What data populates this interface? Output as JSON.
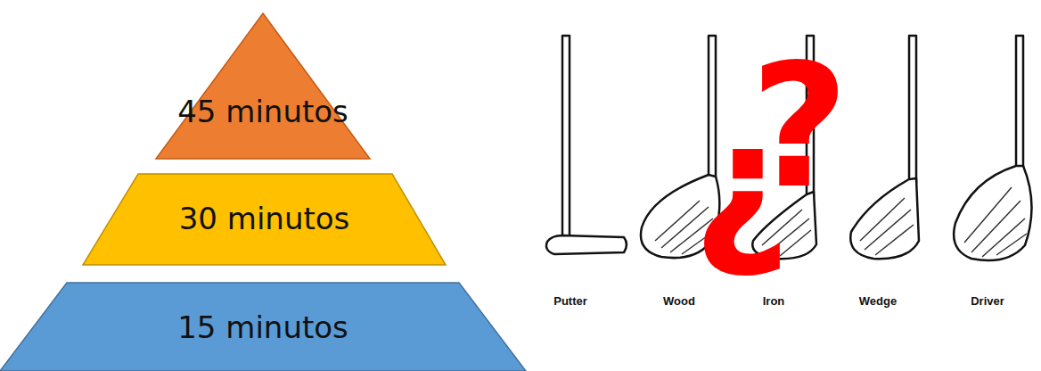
{
  "diagram": {
    "nodes": [
      {
        "text": [
          "45 minutos"
        ]
      },
      {
        "text": [
          "30 minutos"
        ]
      },
      {
        "text": [
          "15 minutos"
        ]
      }
    ],
    "labels": [
      "?",
      "¿",
      "Putter",
      "Wood",
      "Iron",
      "Wedge",
      "Driver"
    ]
  }
}
